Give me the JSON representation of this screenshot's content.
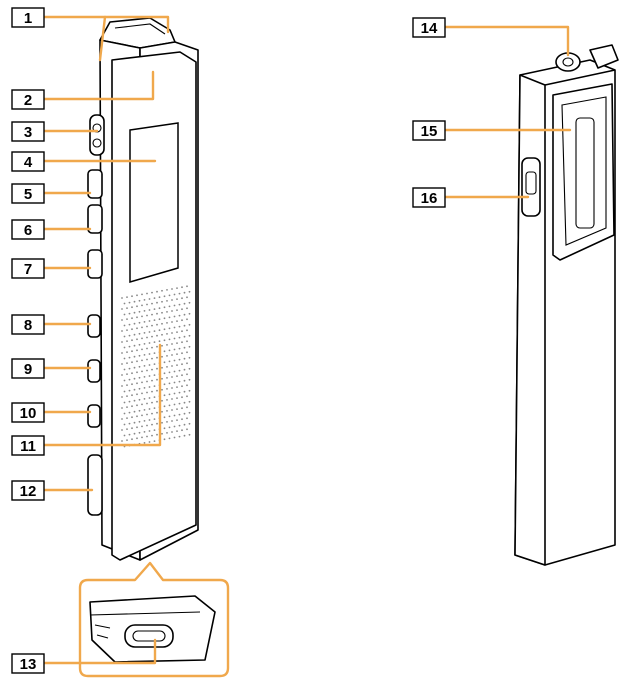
{
  "callouts": [
    {
      "id": "c1",
      "label": "1"
    },
    {
      "id": "c2",
      "label": "2"
    },
    {
      "id": "c3",
      "label": "3"
    },
    {
      "id": "c4",
      "label": "4"
    },
    {
      "id": "c5",
      "label": "5"
    },
    {
      "id": "c6",
      "label": "6"
    },
    {
      "id": "c7",
      "label": "7"
    },
    {
      "id": "c8",
      "label": "8"
    },
    {
      "id": "c9",
      "label": "9"
    },
    {
      "id": "c10",
      "label": "10"
    },
    {
      "id": "c11",
      "label": "11"
    },
    {
      "id": "c12",
      "label": "12"
    },
    {
      "id": "c13",
      "label": "13"
    },
    {
      "id": "c14",
      "label": "14"
    },
    {
      "id": "c15",
      "label": "15"
    },
    {
      "id": "c16",
      "label": "16"
    }
  ],
  "colors": {
    "leader": "#f0a84c",
    "outline": "#000000"
  }
}
